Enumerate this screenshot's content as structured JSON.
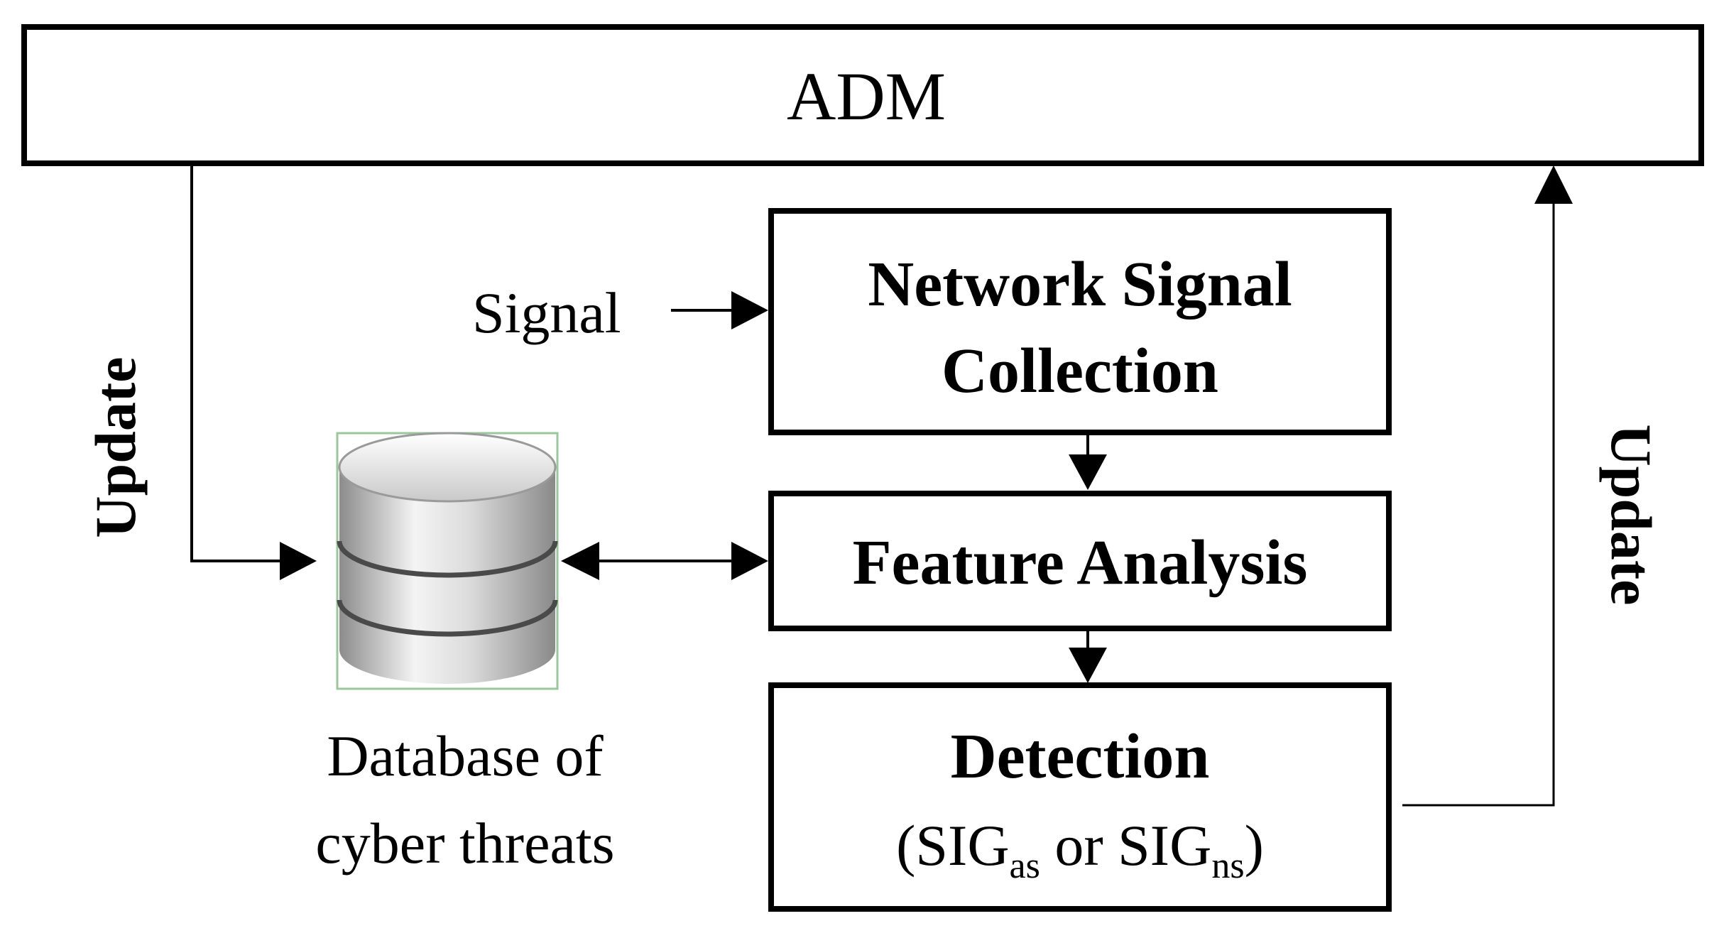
{
  "adm": {
    "label": "ADM"
  },
  "signal": {
    "label": "Signal"
  },
  "collection": {
    "line1": "Network Signal",
    "line2": "Collection"
  },
  "analysis": {
    "label": "Feature Analysis"
  },
  "detection": {
    "title": "Detection",
    "open": "(SIG",
    "sub1": "as",
    "mid": " or SIG",
    "sub2": "ns",
    "close": ")"
  },
  "database": {
    "line1": "Database of",
    "line2": "cyber threats",
    "icon": "database-icon"
  },
  "update_left": {
    "label": "Update"
  },
  "update_right": {
    "label": "Update"
  },
  "colors": {
    "stroke": "#000000",
    "background": "#ffffff",
    "db_light": "#f4f4f4",
    "db_dark": "#8c8c8c",
    "db_edge": "#9cc79c"
  }
}
